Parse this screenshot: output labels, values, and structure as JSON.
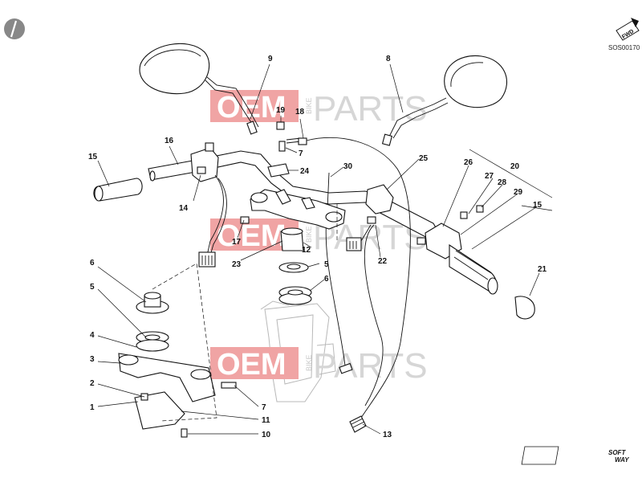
{
  "drawing_code": "SOS00170",
  "fwd_label": "FWD",
  "brand_mark": {
    "line1": "SOFT",
    "line2": "WAY"
  },
  "watermark": {
    "oem": "OEM",
    "bike": "BIKE",
    "parts": "PARTS"
  },
  "callouts": [
    {
      "id": "c9",
      "label": "9"
    },
    {
      "id": "c8",
      "label": "8"
    },
    {
      "id": "c19",
      "label": "19"
    },
    {
      "id": "c18",
      "label": "18"
    },
    {
      "id": "c7a",
      "label": "7"
    },
    {
      "id": "c16",
      "label": "16"
    },
    {
      "id": "c15a",
      "label": "15"
    },
    {
      "id": "c24",
      "label": "24"
    },
    {
      "id": "c30",
      "label": "30"
    },
    {
      "id": "c25",
      "label": "25"
    },
    {
      "id": "c26",
      "label": "26"
    },
    {
      "id": "c20",
      "label": "20"
    },
    {
      "id": "c27",
      "label": "27"
    },
    {
      "id": "c28",
      "label": "28"
    },
    {
      "id": "c29",
      "label": "29"
    },
    {
      "id": "c15b",
      "label": "15"
    },
    {
      "id": "c14",
      "label": "14"
    },
    {
      "id": "c17",
      "label": "17"
    },
    {
      "id": "c12",
      "label": "12"
    },
    {
      "id": "c23",
      "label": "23"
    },
    {
      "id": "c22",
      "label": "22"
    },
    {
      "id": "c5a",
      "label": "5"
    },
    {
      "id": "c6a",
      "label": "6"
    },
    {
      "id": "c21",
      "label": "21"
    },
    {
      "id": "c6b",
      "label": "6"
    },
    {
      "id": "c5b",
      "label": "5"
    },
    {
      "id": "c4",
      "label": "4"
    },
    {
      "id": "c3",
      "label": "3"
    },
    {
      "id": "c2",
      "label": "2"
    },
    {
      "id": "c1",
      "label": "1"
    },
    {
      "id": "c7b",
      "label": "7"
    },
    {
      "id": "c11",
      "label": "11"
    },
    {
      "id": "c10",
      "label": "10"
    },
    {
      "id": "c13",
      "label": "13"
    }
  ]
}
